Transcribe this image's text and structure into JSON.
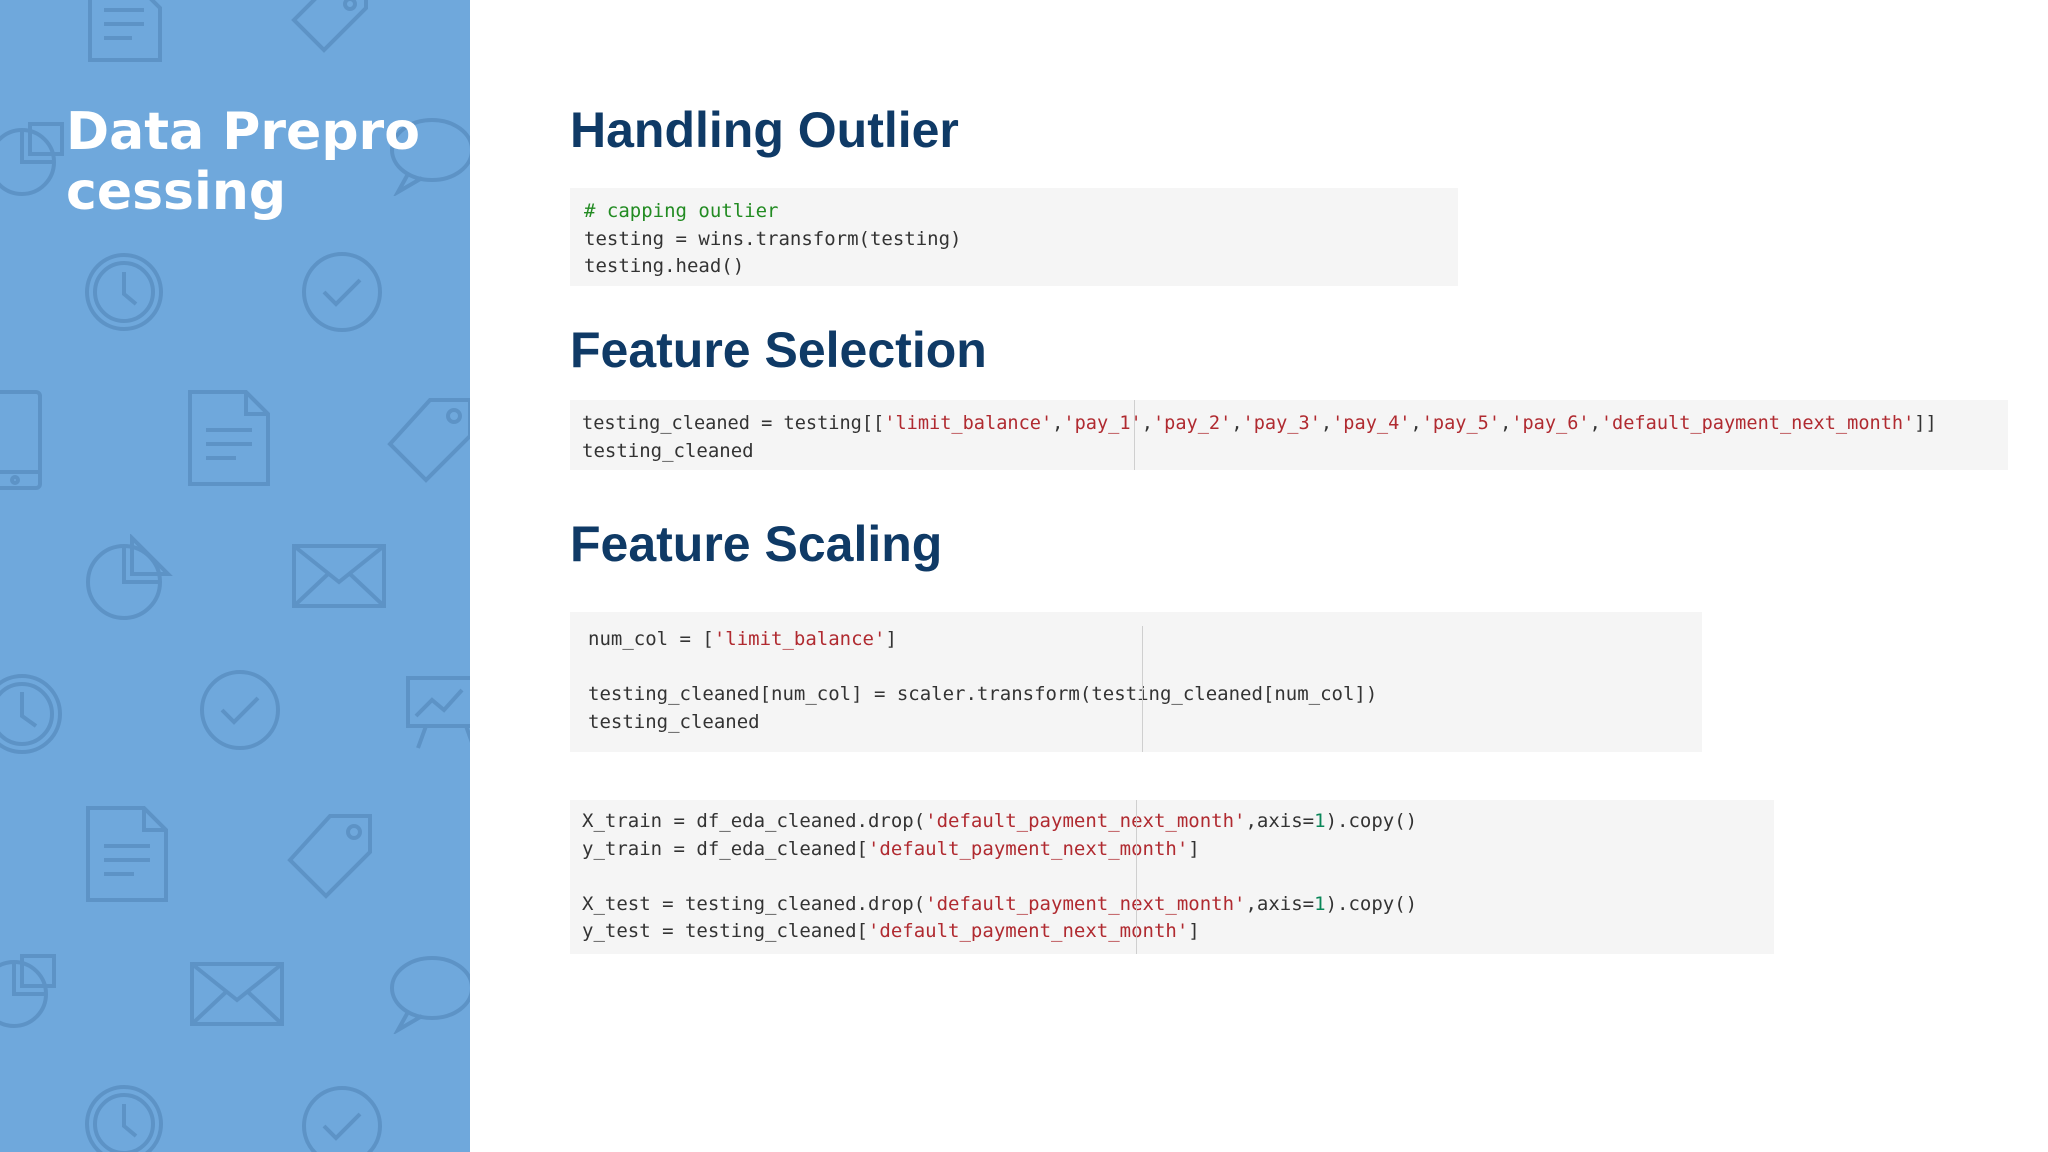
{
  "sidebar": {
    "title": "Data Preprocessing",
    "background_color": "#6fa8dc",
    "pattern_icons": [
      "document-icon",
      "tag-icon",
      "pie-chart-icon",
      "speech-bubble-icon",
      "clock-icon",
      "check-circle-icon",
      "tablet-icon",
      "envelope-icon",
      "presentation-chart-icon"
    ]
  },
  "sections": {
    "outlier": {
      "heading": "Handling Outlier",
      "comment": "# capping outlier",
      "line2": "testing = wins.transform(testing)",
      "line3": "testing.head()"
    },
    "selection": {
      "heading": "Feature Selection",
      "line1_prefix": "testing_cleaned = testing[[",
      "columns": [
        "'limit_balance'",
        "'pay_1'",
        "'pay_2'",
        "'pay_3'",
        "'pay_4'",
        "'pay_5'",
        "'pay_6'",
        "'default_payment_next_month'"
      ],
      "comma": ",",
      "line1_suffix": "]]",
      "line2": "testing_cleaned"
    },
    "scaling": {
      "heading": "Feature Scaling",
      "line1_prefix": "num_col = [",
      "line1_str": "'limit_balance'",
      "line1_suffix": "]",
      "line3": "testing_cleaned[num_col] = scaler.transform(testing_cleaned[num_col])",
      "line4": "testing_cleaned"
    },
    "split": {
      "l1_prefix": "X_train = df_eda_cleaned.drop(",
      "l1_str": "'default_payment_next_month'",
      "l1_mid": ",axis=",
      "l1_num": "1",
      "l1_suffix": ").copy()",
      "l2_prefix": "y_train = df_eda_cleaned[",
      "l2_str": "'default_payment_next_month'",
      "l2_suffix": "]",
      "l3_prefix": "X_test = testing_cleaned.drop(",
      "l3_str": "'default_payment_next_month'",
      "l3_mid": ",axis=",
      "l3_num": "1",
      "l3_suffix": ").copy()",
      "l4_prefix": "y_test = testing_cleaned[",
      "l4_str": "'default_payment_next_month'",
      "l4_suffix": "]"
    }
  },
  "colors": {
    "heading": "#0f3a66",
    "code_bg": "#f5f5f5",
    "string": "#b02a30",
    "comment": "#228b22",
    "number": "#098658"
  }
}
